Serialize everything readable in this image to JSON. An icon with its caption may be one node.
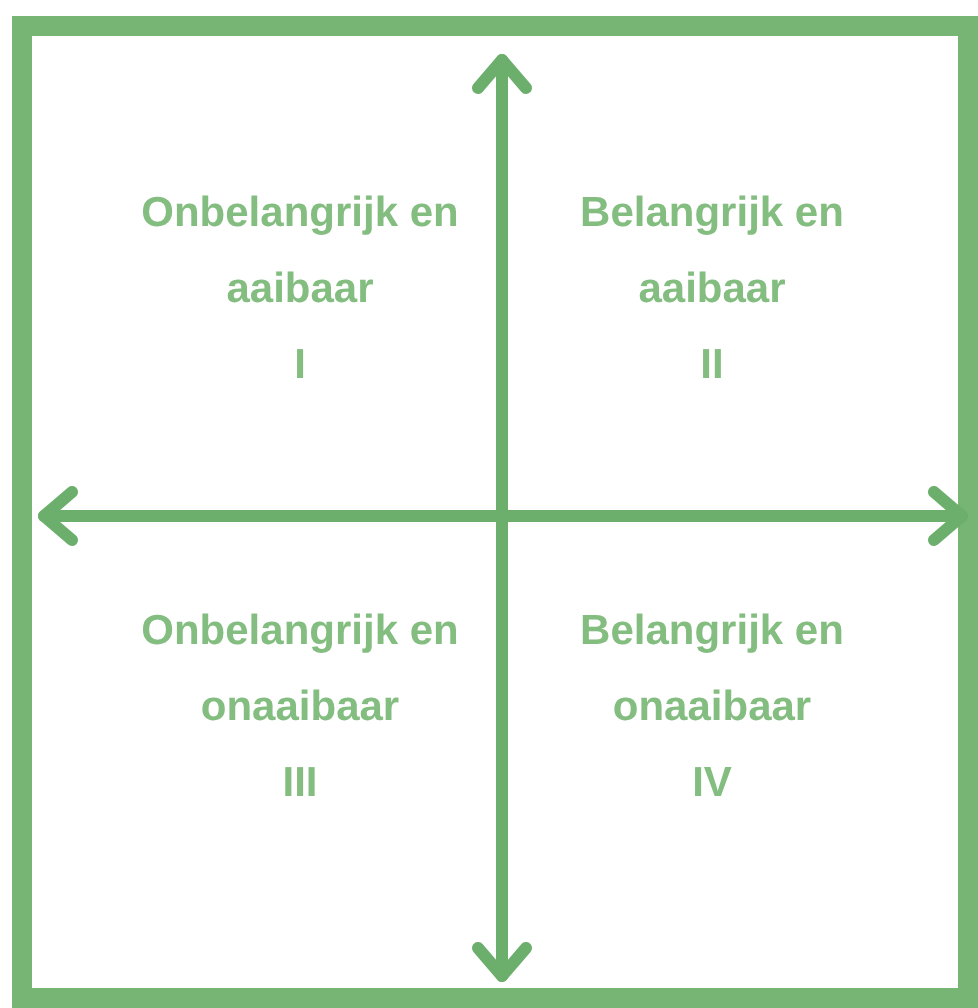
{
  "diagram": {
    "nodes": [
      {
        "text": [
          "Onbelangrijk en aaibaar",
          "I"
        ]
      },
      {
        "text": [
          "Belangrijk en aaibaar",
          "II"
        ]
      },
      {
        "text": [
          "Onbelangrijk en onaaibaar",
          "III"
        ]
      },
      {
        "text": [
          "Belangrijk en onaaibaar",
          "IV"
        ]
      }
    ]
  }
}
